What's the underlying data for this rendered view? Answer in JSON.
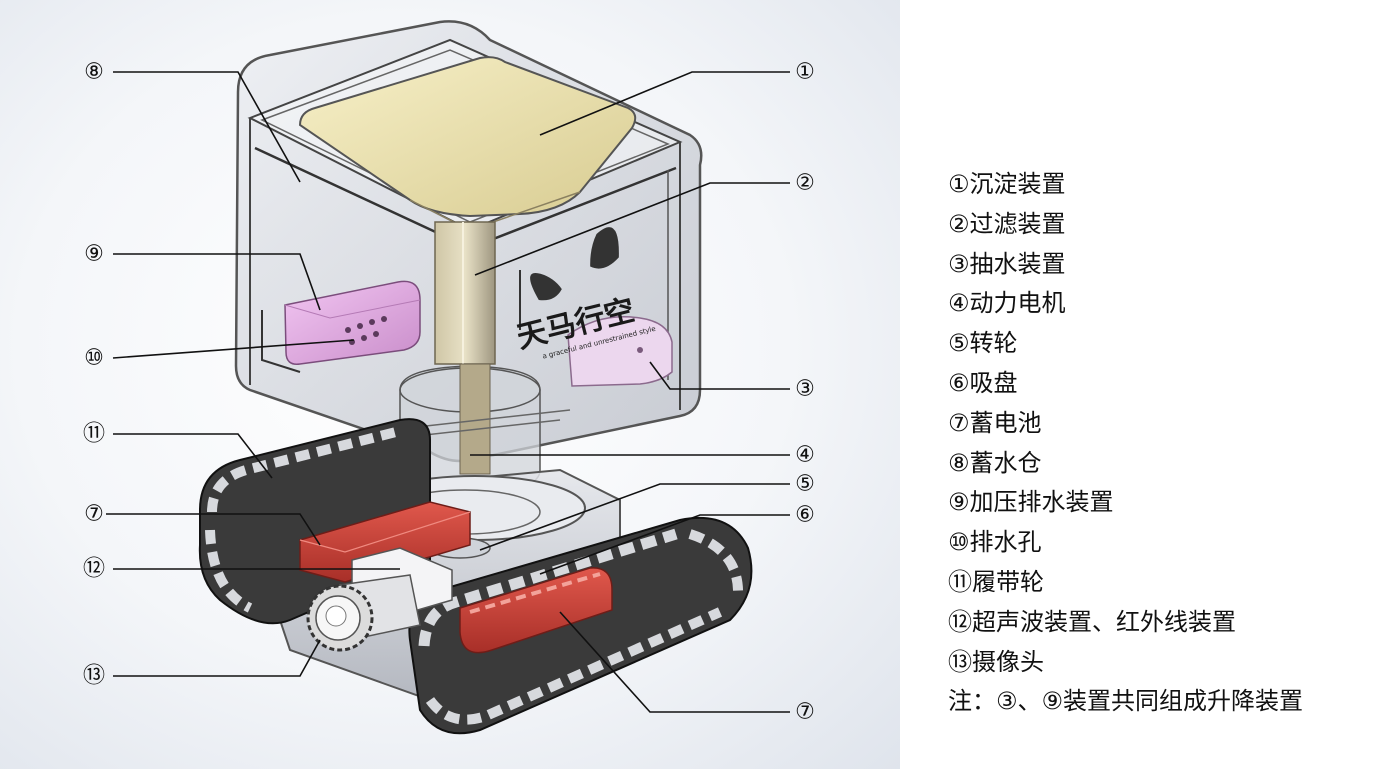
{
  "callouts": {
    "c1": "①",
    "c2": "②",
    "c3": "③",
    "c4": "④",
    "c5": "⑤",
    "c6": "⑥",
    "c7a": "⑦",
    "c7b": "⑦",
    "c8": "⑧",
    "c9": "⑨",
    "c10": "⑩",
    "c11": "⑪",
    "c12": "⑫",
    "c13": "⑬"
  },
  "watermark": {
    "title": "天马行空",
    "subtitle": "a graceful and unrestrained style"
  },
  "legend": [
    "①沉淀装置",
    "②过滤装置",
    "③抽水装置",
    "④动力电机",
    "⑤转轮",
    "⑥吸盘",
    "⑦蓄电池",
    "⑧蓄水仓",
    "⑨加压排水装置",
    "⑩排水孔",
    "⑪履带轮",
    "⑫超声波装置、红外线装置",
    "⑬摄像头",
    "注：③、⑨装置共同组成升降装置"
  ],
  "colors": {
    "tank": "#d9dbe0",
    "funnel": "#efe6b4",
    "pump_box": "#e6b6e6",
    "battery": "#c9463c",
    "camera": "#f2f2f2",
    "track": "#2a2a2a"
  }
}
